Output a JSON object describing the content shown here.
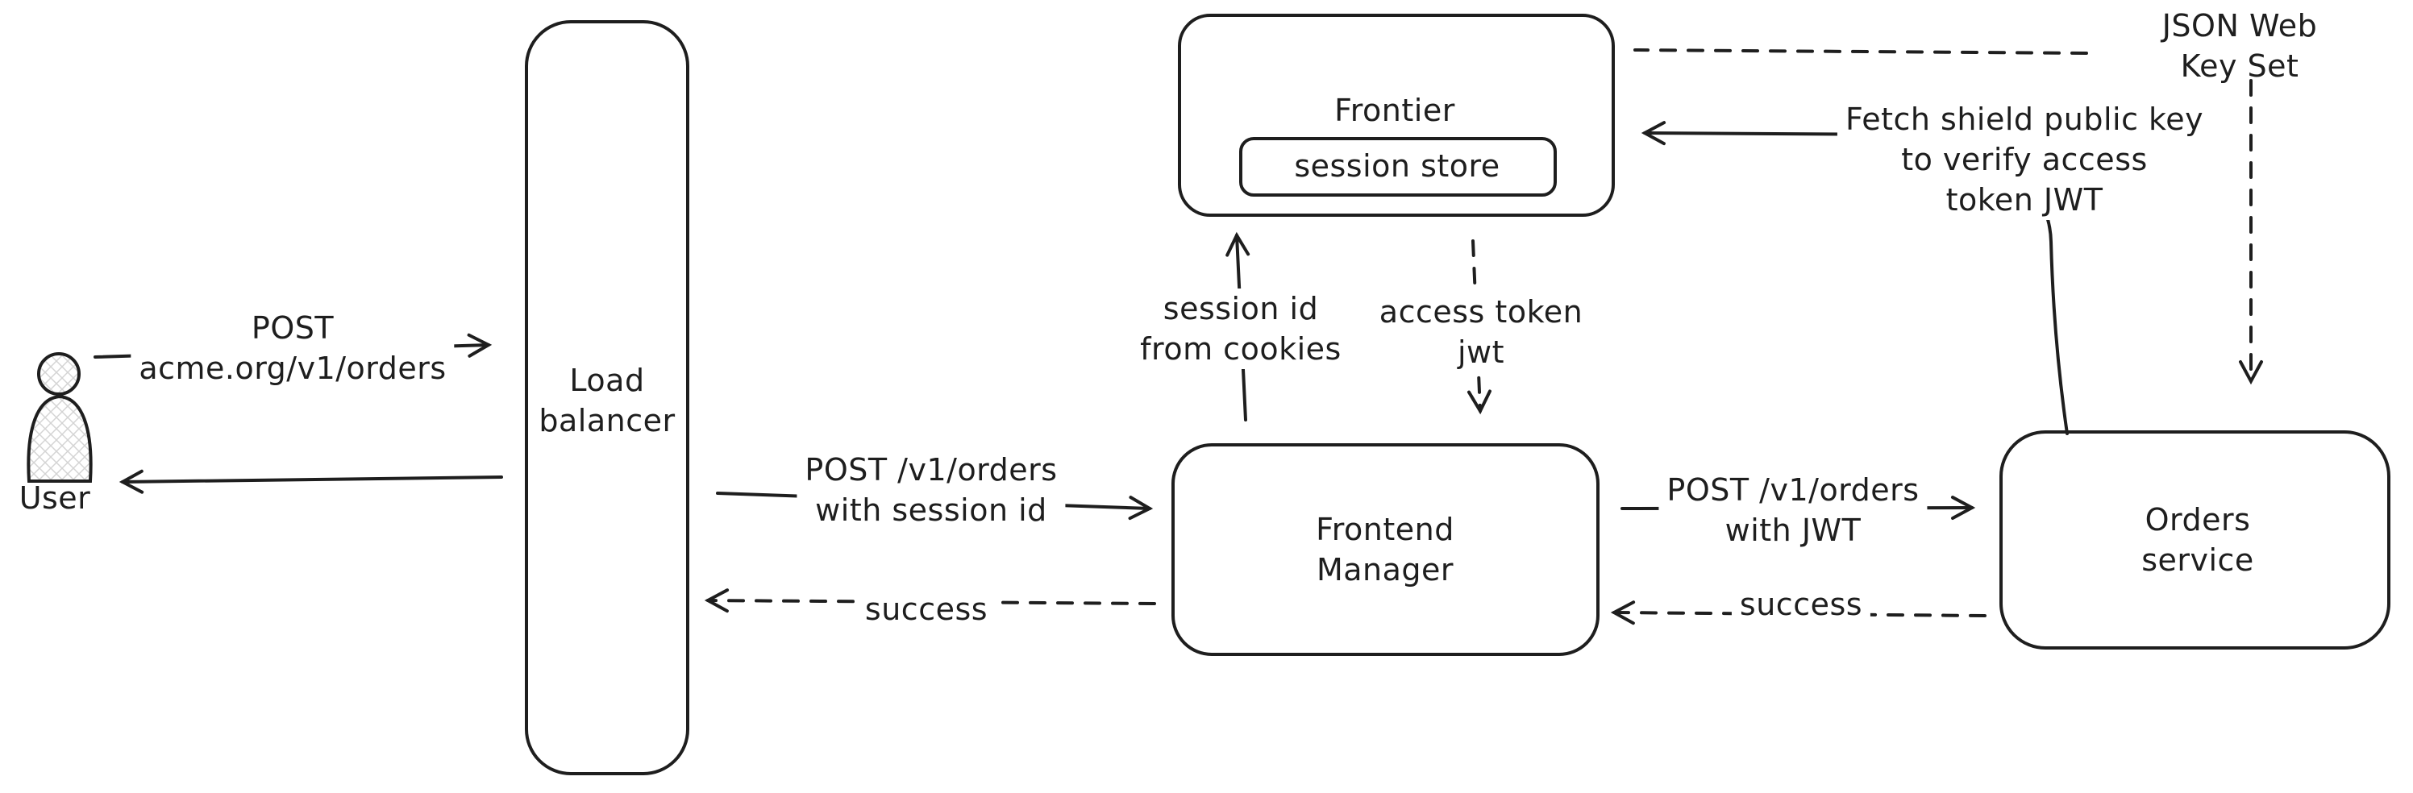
{
  "diagram": {
    "background": "#ffffff",
    "stroke_color": "#1e1e1e",
    "text_color": "#1e1e1e",
    "hatch_color": "#d4d4d4",
    "nodes": {
      "user": {
        "label": "User"
      },
      "load_balancer": {
        "label": "Load\nbalancer"
      },
      "frontier": {
        "label": "Frontier"
      },
      "session_store": {
        "label": "session store"
      },
      "frontend_manager": {
        "label": "Frontend\nManager"
      },
      "orders_service": {
        "label": "Orders service"
      }
    },
    "annotations": {
      "jwks": {
        "label": "JSON Web Key Set"
      }
    },
    "edges": {
      "user_to_lb": {
        "label": "POST\nacme.org/v1/orders",
        "style": "solid"
      },
      "lb_to_user": {
        "label": "",
        "style": "solid"
      },
      "lb_to_fm": {
        "label": "POST /v1/orders\nwith session id",
        "style": "solid"
      },
      "fm_to_lb": {
        "label": "success",
        "style": "dashed"
      },
      "fm_to_frontier": {
        "label": "session id\nfrom cookies",
        "style": "solid"
      },
      "frontier_to_fm": {
        "label": "access token\njwt",
        "style": "dashed"
      },
      "fm_to_orders": {
        "label": "POST /v1/orders\nwith JWT",
        "style": "solid"
      },
      "orders_to_fm": {
        "label": "success",
        "style": "dashed"
      },
      "orders_to_frontier": {
        "label": "Fetch shield public key\nto verify access\ntoken JWT",
        "style": "solid"
      },
      "jwks_to_frontier": {
        "label": "",
        "style": "dashed"
      },
      "jwks_to_orders": {
        "label": "",
        "style": "dashed"
      }
    }
  }
}
